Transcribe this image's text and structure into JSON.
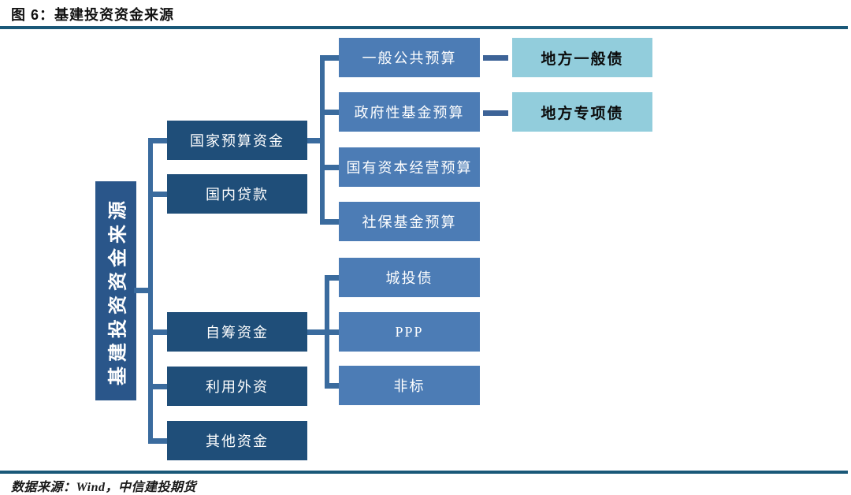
{
  "header": {
    "figure_title": "图 6：基建投资资金来源"
  },
  "footer": {
    "source_note": "数据来源：Wind，中信建投期货"
  },
  "colors": {
    "rule": "#1A5878",
    "root_box": "#2A568A",
    "level2_box": "#1F4E79",
    "level3_box": "#4C7CB5",
    "level4_box": "#92CDDC",
    "connector": "#3A6B9E",
    "level3_text": "#ffffff",
    "level4_text": "#0b0b0b"
  },
  "diagram": {
    "root": {
      "label": "基建投资资金来源"
    },
    "nodes": [
      {
        "label": "国家预算资金",
        "children": [
          {
            "label": "一般公共预算",
            "children": [
              {
                "label": "地方一般债"
              }
            ]
          },
          {
            "label": "政府性基金预算",
            "children": [
              {
                "label": "地方专项债"
              }
            ]
          },
          {
            "label": "国有资本经营预算"
          },
          {
            "label": "社保基金预算"
          }
        ]
      },
      {
        "label": "国内贷款"
      },
      {
        "label": "自筹资金",
        "children": [
          {
            "label": "城投债"
          },
          {
            "label": "PPP"
          },
          {
            "label": "非标"
          }
        ]
      },
      {
        "label": "利用外资"
      },
      {
        "label": "其他资金"
      }
    ]
  }
}
